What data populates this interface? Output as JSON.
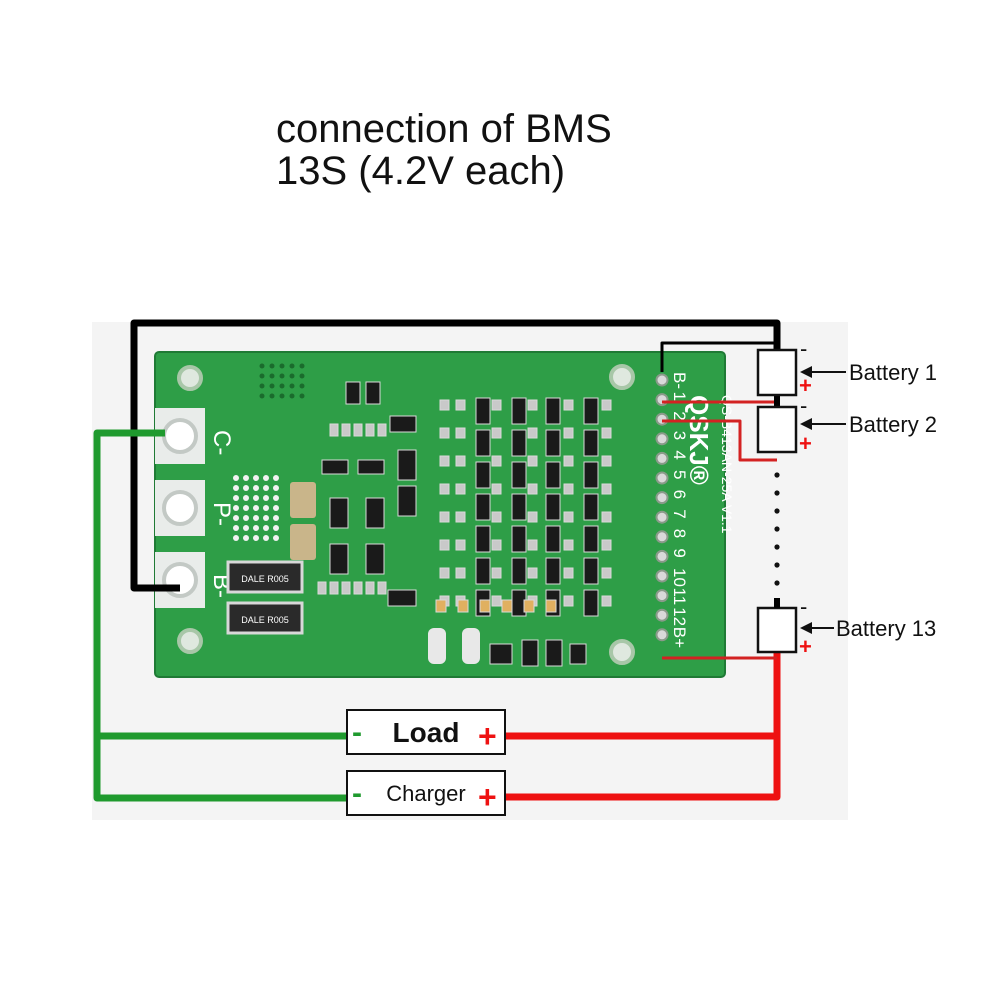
{
  "title": {
    "line1": "connection of BMS",
    "line2": "13S (4.2V each)"
  },
  "board": {
    "pad_labels": [
      "C-",
      "P-",
      "B-"
    ],
    "pin_labels": [
      "B-",
      "1",
      "2",
      "3",
      "4",
      "5",
      "6",
      "7",
      "8",
      "9",
      "10",
      "11",
      "12",
      "B+"
    ],
    "brand": "QSKJ®",
    "model": "QS-B413AN-25A V1.1",
    "resistors": [
      "DALE R005",
      "DALE R005"
    ]
  },
  "batteries": [
    {
      "label": "Battery 1",
      "neg": "-",
      "pos": "+"
    },
    {
      "label": "Battery 2",
      "neg": "-",
      "pos": "+"
    },
    {
      "label": "Battery 13",
      "neg": "-",
      "pos": "+"
    }
  ],
  "load": {
    "neg": "-",
    "label": "Load",
    "pos": "+"
  },
  "charger": {
    "neg": "-",
    "label": "Charger",
    "pos": "+"
  },
  "colors": {
    "pcb": "#2e9e47",
    "pcb_dark": "#1f7a35",
    "wire_black": "#000000",
    "wire_green": "#1f9a2e",
    "wire_red": "#ee1111",
    "text": "#111111"
  }
}
